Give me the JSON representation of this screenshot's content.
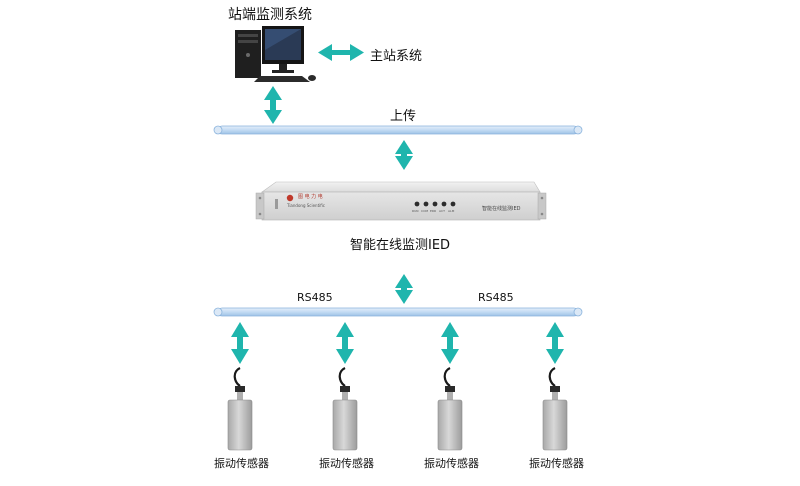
{
  "title": "站端监测系统",
  "master_station_label": "主站系统",
  "upload_label": "上传",
  "ied_label": "智能在线监测IED",
  "device_brand": "图 电 力 电",
  "device_brand_en": "Tiandong Scientific",
  "device_panel_text": "智能在线监测IED",
  "led_labels": [
    "RUN",
    "COM",
    "ERR",
    "ACT",
    "ALM"
  ],
  "bus_left_label": "RS485",
  "bus_right_label": "RS485",
  "sensors": [
    {
      "label": "振动传感器"
    },
    {
      "label": "振动传感器"
    },
    {
      "label": "振动传感器"
    },
    {
      "label": "振动传感器"
    }
  ],
  "colors": {
    "arrow": "#1fb5ad",
    "bus": "#cfe2f5",
    "bus_edge": "#8bb4dd"
  }
}
